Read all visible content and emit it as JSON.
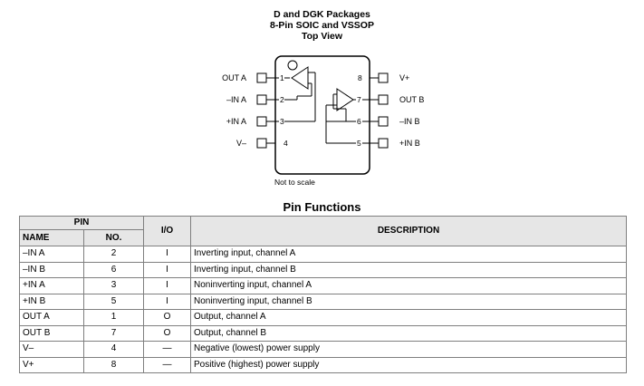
{
  "package": {
    "title_line1": "D and DGK Packages",
    "title_line2": "8-Pin SOIC and VSSOP",
    "title_line3": "Top View",
    "note": "Not to scale",
    "pins_left": [
      {
        "label": "OUT A",
        "number": "1"
      },
      {
        "label": "–IN A",
        "number": "2"
      },
      {
        "label": "+IN A",
        "number": "3"
      },
      {
        "label": "V–",
        "number": "4"
      }
    ],
    "pins_right": [
      {
        "label": "V+",
        "number": "8"
      },
      {
        "label": "OUT B",
        "number": "7"
      },
      {
        "label": "–IN B",
        "number": "6"
      },
      {
        "label": "+IN B",
        "number": "5"
      }
    ]
  },
  "pin_functions": {
    "title": "Pin Functions",
    "headers": {
      "pin": "PIN",
      "name": "NAME",
      "no": "NO.",
      "io": "I/O",
      "description": "DESCRIPTION"
    },
    "rows": [
      {
        "name": "–IN A",
        "no": "2",
        "io": "I",
        "description": "Inverting input, channel A"
      },
      {
        "name": "–IN B",
        "no": "6",
        "io": "I",
        "description": "Inverting input, channel B"
      },
      {
        "name": "+IN A",
        "no": "3",
        "io": "I",
        "description": "Noninverting input, channel A"
      },
      {
        "name": "+IN B",
        "no": "5",
        "io": "I",
        "description": "Noninverting input, channel B"
      },
      {
        "name": "OUT A",
        "no": "1",
        "io": "O",
        "description": "Output, channel A"
      },
      {
        "name": "OUT B",
        "no": "7",
        "io": "O",
        "description": "Output, channel B"
      },
      {
        "name": "V–",
        "no": "4",
        "io": "—",
        "description": "Negative (lowest) power supply"
      },
      {
        "name": "V+",
        "no": "8",
        "io": "—",
        "description": "Positive (highest) power supply"
      }
    ]
  }
}
